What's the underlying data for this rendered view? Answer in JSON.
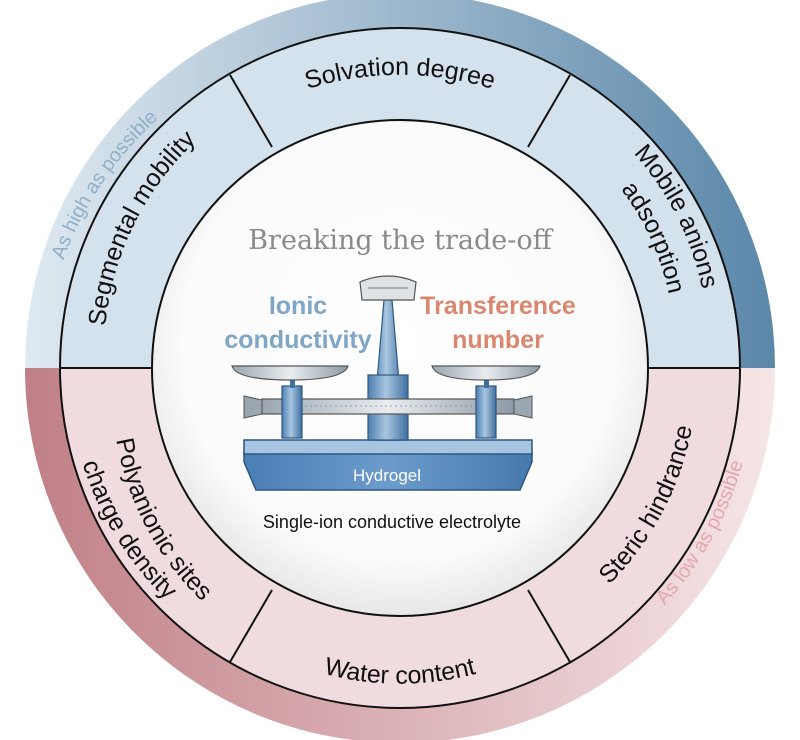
{
  "colors": {
    "blue_dark": "#5b87a9",
    "blue_light": "#d3e2ec",
    "red_dark": "#c07f86",
    "red_light": "#f0dcde",
    "label_blue": "#7fa6c6",
    "label_red": "#d9876e",
    "title_gray": "#8a8a8a",
    "base_blue": "#4f86bd"
  },
  "arc_notes": {
    "high": "As high as possible",
    "low": "As low as possible"
  },
  "segments": {
    "top": "Solvation degree",
    "top_left": "Segmental mobility",
    "top_right_1": "Mobile anions",
    "top_right_2": "adsorption",
    "bottom": "Water content",
    "bottom_left_1": "Polyanionic sites",
    "bottom_left_2": "charge density",
    "bottom_right": "Steric hindrance"
  },
  "center": {
    "title": "Breaking the trade-off",
    "left_1": "Ionic",
    "left_2": "conductivity",
    "right_1": "Transference",
    "right_2": "number",
    "base_label": "Hydrogel",
    "caption": "Single-ion conductive electrolyte"
  },
  "icons": [
    "balance-scale-icon"
  ]
}
